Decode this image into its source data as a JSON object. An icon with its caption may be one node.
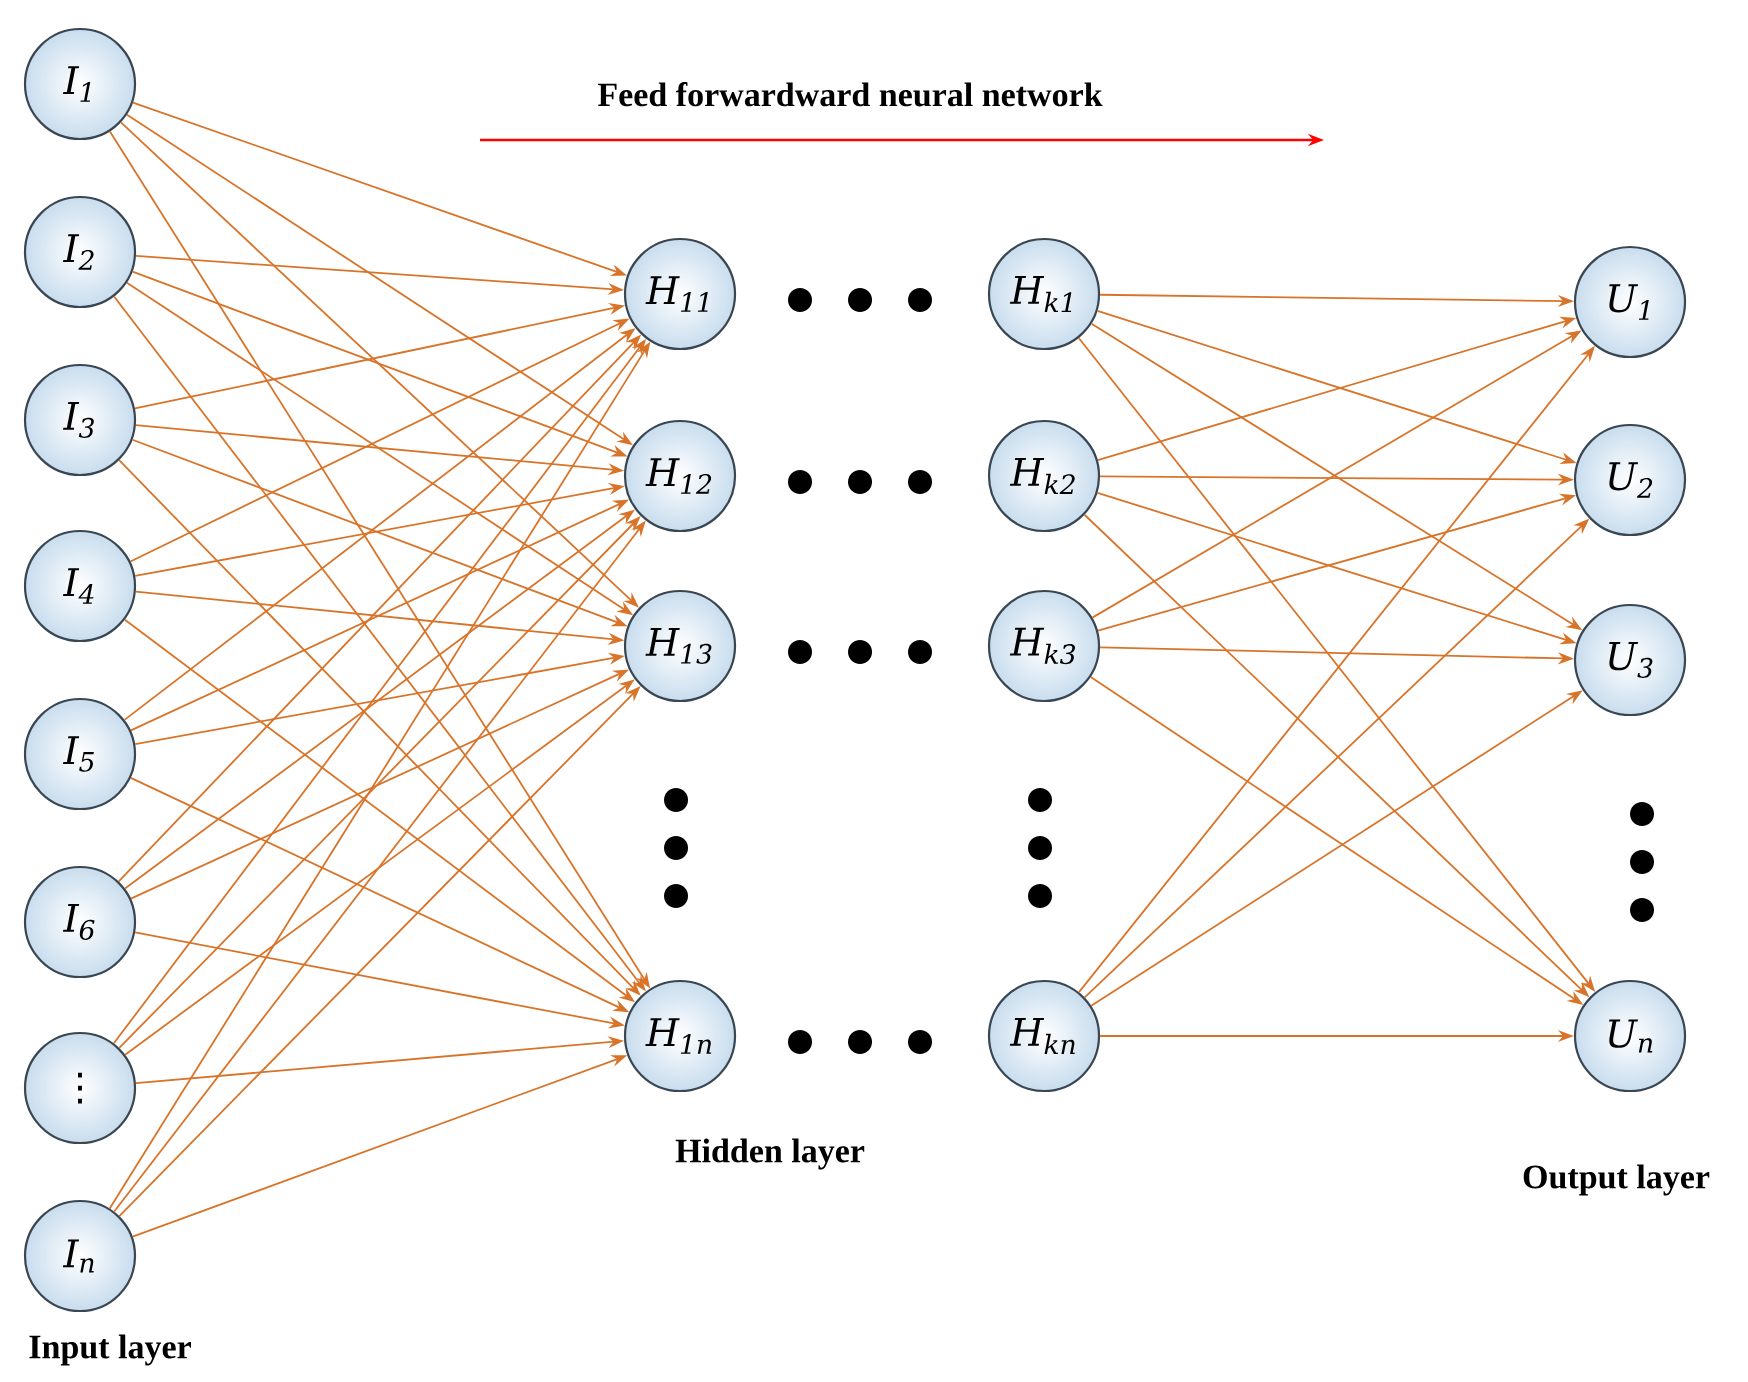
{
  "diagram": {
    "title": "Feed forwardward neural network",
    "nodes": [
      {
        "text": [
          "I$_{1}$"
        ]
      },
      {
        "text": [
          "I$_{2}$"
        ]
      },
      {
        "text": [
          "I$_{3}$"
        ]
      },
      {
        "text": [
          "I$_{4}$"
        ]
      },
      {
        "text": [
          "I$_{5}$"
        ]
      },
      {
        "text": [
          "I$_{6}$"
        ]
      },
      {
        "text": [
          "⋮"
        ]
      },
      {
        "text": [
          "I$_{n}$"
        ]
      },
      {
        "text": [
          "H$_{11}$"
        ]
      },
      {
        "text": [
          "H$_{12}$"
        ]
      },
      {
        "text": [
          "H$_{13}$"
        ]
      },
      {
        "text": [
          "H$_{1n}$"
        ]
      },
      {
        "text": [
          "H$_{k1}$"
        ]
      },
      {
        "text": [
          "H$_{k2}$"
        ]
      },
      {
        "text": [
          "H$_{k3}$"
        ]
      },
      {
        "text": [
          "H$_{kn}$"
        ]
      },
      {
        "text": [
          "U$_{1}$"
        ]
      },
      {
        "text": [
          "U$_{2}$"
        ]
      },
      {
        "text": [
          "U$_{3}$"
        ]
      },
      {
        "text": [
          "U$_{n}$"
        ]
      }
    ],
    "edges": [
      {
        "from": 0,
        "to": 8,
        "arrow": "to"
      },
      {
        "from": 0,
        "to": 9,
        "arrow": "to"
      },
      {
        "from": 0,
        "to": 10,
        "arrow": "to"
      },
      {
        "from": 0,
        "to": 11,
        "arrow": "to"
      },
      {
        "from": 1,
        "to": 8,
        "arrow": "to"
      },
      {
        "from": 1,
        "to": 9,
        "arrow": "to"
      },
      {
        "from": 1,
        "to": 10,
        "arrow": "to"
      },
      {
        "from": 1,
        "to": 11,
        "arrow": "to"
      },
      {
        "from": 2,
        "to": 8,
        "arrow": "to"
      },
      {
        "from": 2,
        "to": 9,
        "arrow": "to"
      },
      {
        "from": 2,
        "to": 10,
        "arrow": "to"
      },
      {
        "from": 2,
        "to": 11,
        "arrow": "to"
      },
      {
        "from": 3,
        "to": 8,
        "arrow": "to"
      },
      {
        "from": 3,
        "to": 9,
        "arrow": "to"
      },
      {
        "from": 3,
        "to": 10,
        "arrow": "to"
      },
      {
        "from": 3,
        "to": 11,
        "arrow": "to"
      },
      {
        "from": 4,
        "to": 8,
        "arrow": "to"
      },
      {
        "from": 4,
        "to": 9,
        "arrow": "to"
      },
      {
        "from": 4,
        "to": 10,
        "arrow": "to"
      },
      {
        "from": 4,
        "to": 11,
        "arrow": "to"
      },
      {
        "from": 5,
        "to": 8,
        "arrow": "to"
      },
      {
        "from": 5,
        "to": 9,
        "arrow": "to"
      },
      {
        "from": 5,
        "to": 10,
        "arrow": "to"
      },
      {
        "from": 5,
        "to": 11,
        "arrow": "to"
      },
      {
        "from": 6,
        "to": 8,
        "arrow": "to"
      },
      {
        "from": 6,
        "to": 9,
        "arrow": "to"
      },
      {
        "from": 6,
        "to": 10,
        "arrow": "to"
      },
      {
        "from": 6,
        "to": 11,
        "arrow": "to"
      },
      {
        "from": 7,
        "to": 8,
        "arrow": "to"
      },
      {
        "from": 7,
        "to": 9,
        "arrow": "to"
      },
      {
        "from": 7,
        "to": 10,
        "arrow": "to"
      },
      {
        "from": 7,
        "to": 11,
        "arrow": "to"
      },
      {
        "from": 12,
        "to": 16,
        "arrow": "to"
      },
      {
        "from": 12,
        "to": 17,
        "arrow": "to"
      },
      {
        "from": 12,
        "to": 18,
        "arrow": "to"
      },
      {
        "from": 12,
        "to": 19,
        "arrow": "to"
      },
      {
        "from": 13,
        "to": 16,
        "arrow": "to"
      },
      {
        "from": 13,
        "to": 17,
        "arrow": "to"
      },
      {
        "from": 13,
        "to": 18,
        "arrow": "to"
      },
      {
        "from": 13,
        "to": 19,
        "arrow": "to"
      },
      {
        "from": 14,
        "to": 16,
        "arrow": "to"
      },
      {
        "from": 14,
        "to": 17,
        "arrow": "to"
      },
      {
        "from": 14,
        "to": 18,
        "arrow": "to"
      },
      {
        "from": 14,
        "to": 19,
        "arrow": "to"
      },
      {
        "from": 15,
        "to": 16,
        "arrow": "to"
      },
      {
        "from": 15,
        "to": 17,
        "arrow": "to"
      },
      {
        "from": 15,
        "to": 18,
        "arrow": "to"
      },
      {
        "from": 15,
        "to": 19,
        "arrow": "to"
      }
    ],
    "labels": [
      "Hidden layer",
      "Output layer",
      "Input layer"
    ]
  }
}
